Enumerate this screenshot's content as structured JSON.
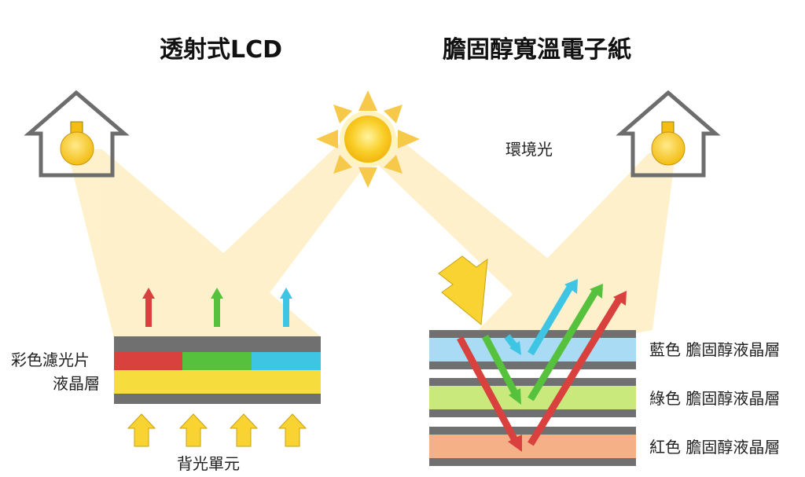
{
  "titles": {
    "left": "透射式LCD",
    "right": "膽固醇寬溫電子紙"
  },
  "labels": {
    "ambient_light": "環境光",
    "color_filter": "彩色濾光片",
    "liquid_crystal_layer": "液晶層",
    "backlight_unit": "背光單元",
    "blue_layer": "藍色 膽固醇液晶層",
    "green_layer": "綠色 膽固醇液晶層",
    "red_layer": "紅色 膽固醇液晶層"
  },
  "colors": {
    "light_beam": "#fde9b0",
    "lamp_yellow": "#f5c518",
    "house_outline": "#6d6d6d",
    "panel_gray": "#707070",
    "filter_red": "#d9413f",
    "filter_green": "#56c13d",
    "filter_blue": "#3dc5e3",
    "lc_yellow": "#f6dc3c",
    "layer_blue": "#a9dcf4",
    "layer_green": "#c9e97d",
    "layer_red": "#f6b087",
    "arrow_red": "#d9413f",
    "arrow_green": "#56c13d",
    "arrow_blue": "#3dc5e3",
    "arrow_yellow": "#f8d332"
  },
  "icons": [
    "house-lamp-icon",
    "sun-icon",
    "house-lamp-icon"
  ]
}
